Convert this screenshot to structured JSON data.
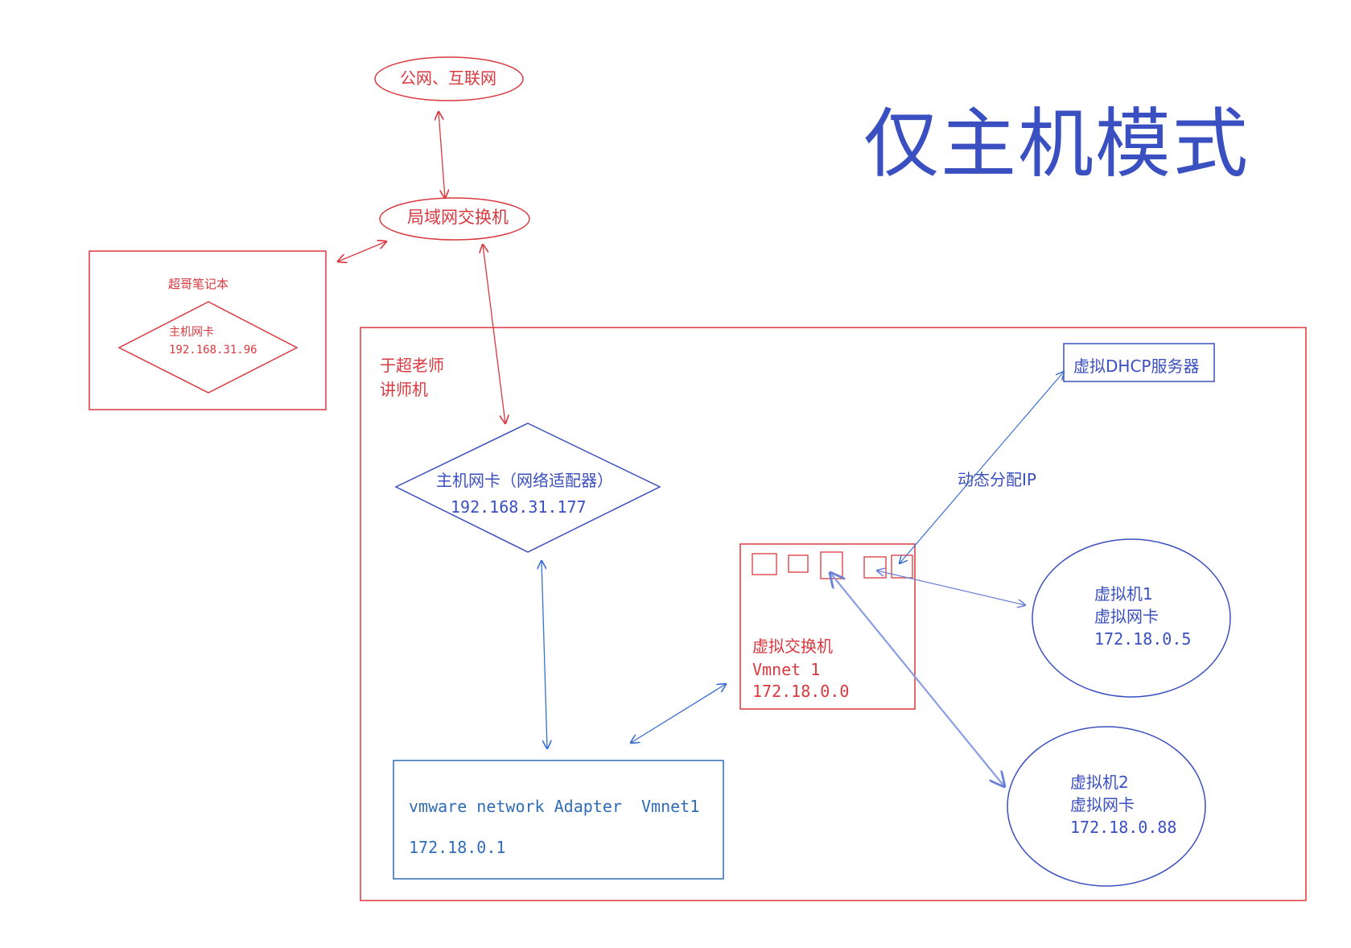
{
  "title": "仅主机模式",
  "internet": "公网、互联网",
  "lan_switch": "局域网交换机",
  "laptop": {
    "name": "超哥笔记本",
    "nic_label": "主机网卡",
    "nic_ip": "192.168.31.96"
  },
  "teacher_pc": {
    "name_line1": "于超老师",
    "name_line2": "讲师机"
  },
  "host_nic": {
    "label": "主机网卡（网络适配器）",
    "ip": "192.168.31.177"
  },
  "vmware_adapter": {
    "name": "vmware network Adapter  Vmnet1",
    "ip": "172.18.0.1"
  },
  "virtual_switch": {
    "label": "虚拟交换机",
    "name": "Vmnet 1",
    "ip": "172.18.0.0"
  },
  "dhcp": {
    "label": "虚拟DHCP服务器",
    "link_label": "动态分配IP"
  },
  "vm1": {
    "name": "虚拟机1",
    "nic": "虚拟网卡",
    "ip": "172.18.0.5"
  },
  "vm2": {
    "name": "虚拟机2",
    "nic": "虚拟网卡",
    "ip": "172.18.0.88"
  },
  "colors": {
    "red": "#d9393f",
    "blue": "#3b50c0",
    "steel_blue": "#2f6db8",
    "light_blue": "#8a9de0"
  }
}
